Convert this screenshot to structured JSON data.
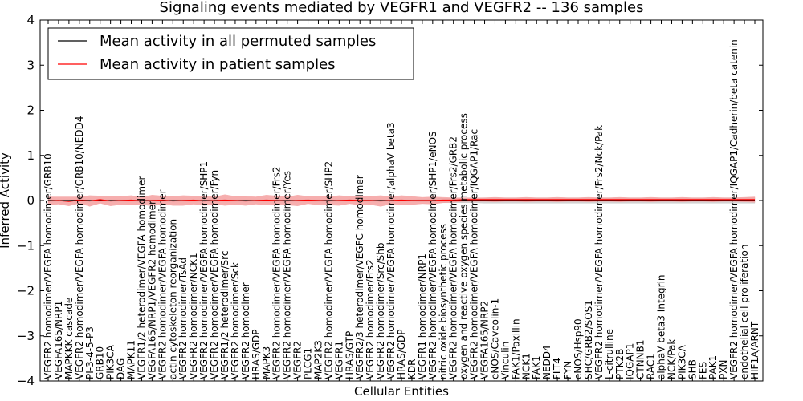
{
  "chart_data": {
    "type": "line",
    "title": "Signaling events mediated by VEGFR1 and VEGFR2 -- 136 samples",
    "xlabel": "Cellular Entities",
    "ylabel": "Inferred Activity",
    "ylim": [
      -4,
      4
    ],
    "yticks": [
      "4",
      "3",
      "2",
      "1",
      "0",
      "−1",
      "−2",
      "−3",
      "−4"
    ],
    "legend_position": "top-left",
    "colors": {
      "permuted": "#000000",
      "patient": "#ff0000",
      "patient_band": "#f4a0a0",
      "permuted_band": "#c8c8c8"
    },
    "categories": [
      "VEGFR2 homodimer/VEGFA homodimer/GRB10",
      "VEGFA165/NRP1",
      "MAPKKK cascade",
      "VEGFR2 homodimer/VEGFA homodimer/GRB10/NEDD4",
      "PI-3-4-5-P3",
      "GRB10",
      "PIK3CA",
      "DAG",
      "MAPK11",
      "VEGFR1/2 heterodimer/VEGFA homodimer",
      "VEGFA165/NRP1/VEGFR2 homodimer",
      "VEGFR2 homodimer/VEGFA homodimer",
      "actin cytoskeleton reorganization",
      "VEGFR2 homodimer/TsAd",
      "VEGFR2 homodimer/NCK1",
      "VEGFR2 homodimer/VEGFA homodimer/SHP1",
      "VEGFR2 homodimer/VEGFA homodimer/Fyn",
      "VEGFR1/2 heterodimer/Src",
      "VEGFR2 homodimer/Sck",
      "VEGFR2 homodimer",
      "HRAS/GDP",
      "MAPK3",
      "VEGFR2 homodimer/VEGFA homodimer/Frs2",
      "VEGFR2 homodimer/VEGFA homodimer/Yes",
      "VEGFR2",
      "PLCG1",
      "MAP2K3",
      "VEGFR2 homodimer/VEGFA homodimer/SHP2",
      "VEGFR1",
      "HRAS/GTP",
      "VEGFR2/3 heterodimer/VEGFC homodimer",
      "VEGFR2 homodimer/Frs2",
      "VEGFR2 homodimer/Src/Shb",
      "VEGFR2 homodimer/VEGFA homodimer/alphaV beta3",
      "HRAS/GDP",
      "KDR",
      "VEGFR1 homodimer/NRP1",
      "VEGFR2 homodimer/VEGFA homodimer/SHP1/eNOS",
      "nitric oxide biosynthetic process",
      "VEGFR2 homodimer/VEGFA homodimer/Frs2/GRB2",
      "oxygen and reactive oxygen species metabolic process",
      "VEGFR2 homodimer/VEGFA homodimer/IQGAP1/Rac",
      "VEGFA165/NRP2",
      "eNOS/Caveolin-1",
      "Vinculin",
      "FAK1/Paxillin",
      "NCK1",
      "FAK1",
      "NEDD4",
      "FLT4",
      "FYN",
      "eNOS/Hsp90",
      "SHC/GRB2/SOS1",
      "VEGFR2 homodimer/VEGFA homodimer/Frs2/Nck/Pak",
      "L-citrulline",
      "PTK2B",
      "IQGAP1",
      "CTNNB1",
      "RAC1",
      "alphaV beta3 Integrin",
      "NCK/Pak",
      "PIK3CA",
      "SHB",
      "FES",
      "PAK1",
      "PXN",
      "VEGFR2 homodimer/VEGFA homodimer/IQGAP1/Cadherin/beta catenin",
      "endothelial cell proliferation",
      "HIF1A/ARNT"
    ],
    "series": [
      {
        "name": "Mean activity in all permuted samples",
        "values": [
          0.0,
          0.0,
          0.0,
          0.01,
          0.0,
          0.0,
          0.0,
          0.0,
          0.0,
          0.0,
          0.0,
          0.0,
          0.0,
          0.0,
          0.0,
          0.0,
          0.0,
          0.0,
          0.0,
          0.0,
          0.0,
          0.0,
          0.0,
          0.0,
          0.0,
          0.0,
          0.0,
          0.0,
          0.0,
          0.0,
          0.0,
          0.0,
          0.0,
          0.0,
          0.0,
          0.0,
          0.0,
          0.0,
          0.0,
          0.0,
          0.0,
          0.0,
          0.0,
          0.0,
          0.0,
          0.0,
          0.0,
          0.0,
          0.0,
          0.0,
          0.0,
          0.0,
          0.0,
          0.0,
          0.0,
          0.0,
          0.0,
          0.0,
          0.0,
          0.0,
          0.0,
          0.0,
          0.0,
          0.0,
          0.0,
          0.0,
          0.0,
          0.0,
          0.0
        ]
      },
      {
        "name": "Mean activity in patient samples",
        "values": [
          -0.01,
          0.0,
          -0.02,
          0.01,
          -0.01,
          0.02,
          -0.01,
          0.0,
          0.01,
          -0.01,
          0.0,
          0.01,
          -0.01,
          0.0,
          0.01,
          -0.01,
          0.0,
          0.01,
          0.0,
          -0.01,
          0.0,
          0.01,
          0.0,
          -0.01,
          0.0,
          0.01,
          0.0,
          -0.01,
          0.0,
          0.01,
          0.0,
          0.0,
          -0.01,
          0.0,
          0.01,
          0.0,
          0.0,
          0.0,
          0.01,
          0.01,
          0.02,
          0.02,
          0.02,
          0.02,
          0.02,
          0.02,
          0.02,
          0.02,
          0.02,
          0.02,
          0.02,
          0.02,
          0.02,
          0.02,
          0.02,
          0.02,
          0.02,
          0.02,
          0.02,
          0.02,
          0.02,
          0.02,
          0.02,
          0.02,
          0.02,
          0.02,
          0.02,
          0.02,
          0.02
        ]
      }
    ],
    "patient_band": [
      0.09,
      0.08,
      0.1,
      0.07,
      0.12,
      0.08,
      0.11,
      0.09,
      0.1,
      0.08,
      0.12,
      0.09,
      0.1,
      0.11,
      0.09,
      0.1,
      0.08,
      0.12,
      0.09,
      0.1,
      0.08,
      0.11,
      0.1,
      0.09,
      0.12,
      0.08,
      0.1,
      0.09,
      0.11,
      0.08,
      0.1,
      0.09,
      0.12,
      0.08,
      0.1,
      0.09,
      0.07,
      0.08,
      0.06,
      0.05,
      0.04,
      0.04,
      0.04,
      0.05,
      0.04,
      0.04,
      0.05,
      0.04,
      0.04,
      0.05,
      0.04,
      0.04,
      0.05,
      0.04,
      0.04,
      0.05,
      0.04,
      0.04,
      0.05,
      0.04,
      0.04,
      0.05,
      0.04,
      0.04,
      0.05,
      0.04,
      0.04,
      0.05,
      0.06
    ],
    "permuted_band": [
      0.02,
      0.02,
      0.02,
      0.02,
      0.02,
      0.02,
      0.02,
      0.02,
      0.02,
      0.02,
      0.02,
      0.02,
      0.02,
      0.02,
      0.02,
      0.02,
      0.02,
      0.02,
      0.02,
      0.02,
      0.02,
      0.02,
      0.02,
      0.02,
      0.02,
      0.02,
      0.02,
      0.02,
      0.02,
      0.02,
      0.02,
      0.02,
      0.02,
      0.02,
      0.02,
      0.02,
      0.03,
      0.04,
      0.05,
      0.05,
      0.05,
      0.05,
      0.06,
      0.06,
      0.06,
      0.06,
      0.06,
      0.06,
      0.06,
      0.06,
      0.06,
      0.06,
      0.06,
      0.06,
      0.06,
      0.06,
      0.06,
      0.06,
      0.06,
      0.06,
      0.06,
      0.06,
      0.06,
      0.06,
      0.06,
      0.06,
      0.06,
      0.06,
      0.06
    ]
  }
}
